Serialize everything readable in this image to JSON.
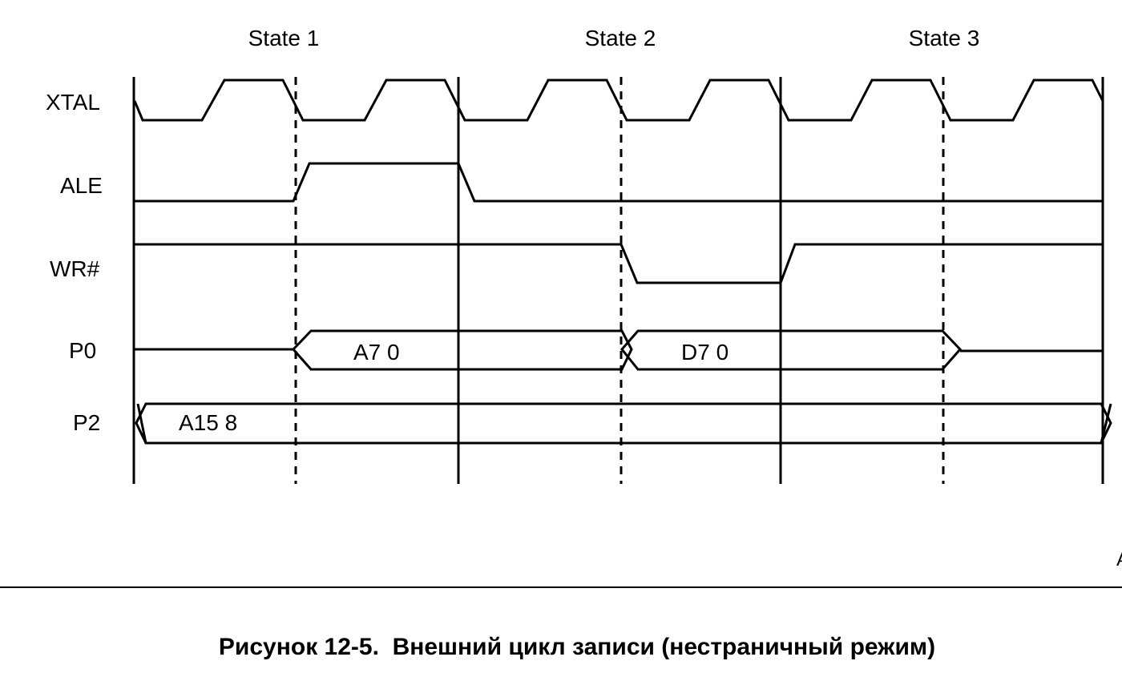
{
  "diagram": {
    "states": [
      "State 1",
      "State 2",
      "State 3"
    ],
    "signals": {
      "xtal": "XTAL",
      "ale": "ALE",
      "wr": "WR#",
      "p0": "P0",
      "p2": "P2"
    },
    "bus_values": {
      "p0_address": "A7 0",
      "p0_data": "D7 0",
      "p2_address": "A15 8"
    },
    "corner_mark": "A",
    "caption": "Рисунок 12-5.  Внешний цикл записи (нестраничный режим)"
  }
}
